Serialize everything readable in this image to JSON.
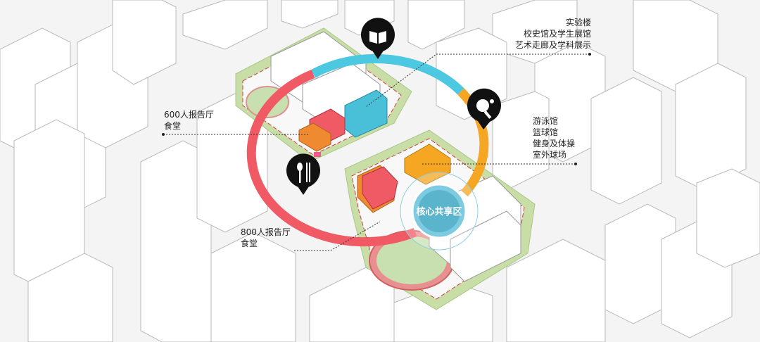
{
  "center": {
    "label": "核心共享区"
  },
  "annotations": {
    "top_right": [
      "实验楼",
      "校史馆及学生展馆",
      "艺术走廊及学科展示"
    ],
    "mid_right": [
      "游泳馆",
      "篮球馆",
      "健身及体操",
      "室外球场"
    ],
    "upper_left": [
      "600人报告厅",
      "食堂"
    ],
    "lower_left": [
      "800人报告厅",
      "食堂"
    ]
  },
  "icons": [
    "book-icon",
    "ping-pong-icon",
    "utensils-icon"
  ],
  "colors": {
    "ring_cyan": "#4cc8e0",
    "ring_orange": "#f5a623",
    "ring_red": "#f05a64",
    "site_green": "#c8dea6",
    "core_blue": "#5ab4cc"
  }
}
